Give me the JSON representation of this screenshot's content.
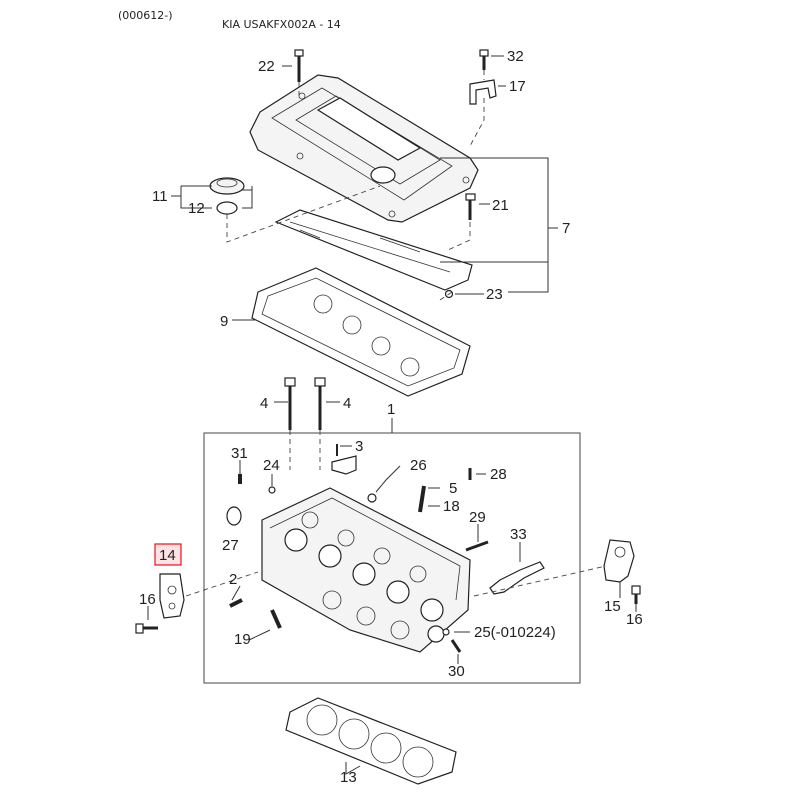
{
  "header": {
    "code": "(000612-)",
    "title": "KIA USAKFX002A - 14"
  },
  "callouts": {
    "c1": "1",
    "c2": "2",
    "c3": "3",
    "c4a": "4",
    "c4b": "4",
    "c5": "5",
    "c7": "7",
    "c9": "9",
    "c11": "11",
    "c12": "12",
    "c13": "13",
    "c14": "14",
    "c15": "15",
    "c16a": "16",
    "c16b": "16",
    "c17": "17",
    "c18": "18",
    "c19": "19",
    "c21": "21",
    "c22": "22",
    "c23": "23",
    "c24": "24",
    "c25": "25(-010224)",
    "c26": "26",
    "c27": "27",
    "c28": "28",
    "c29": "29",
    "c30": "30",
    "c31": "31",
    "c32": "32",
    "c33": "33"
  },
  "colors": {
    "highlight": "#e8232a",
    "highlight_bg": "#fde3e3"
  }
}
